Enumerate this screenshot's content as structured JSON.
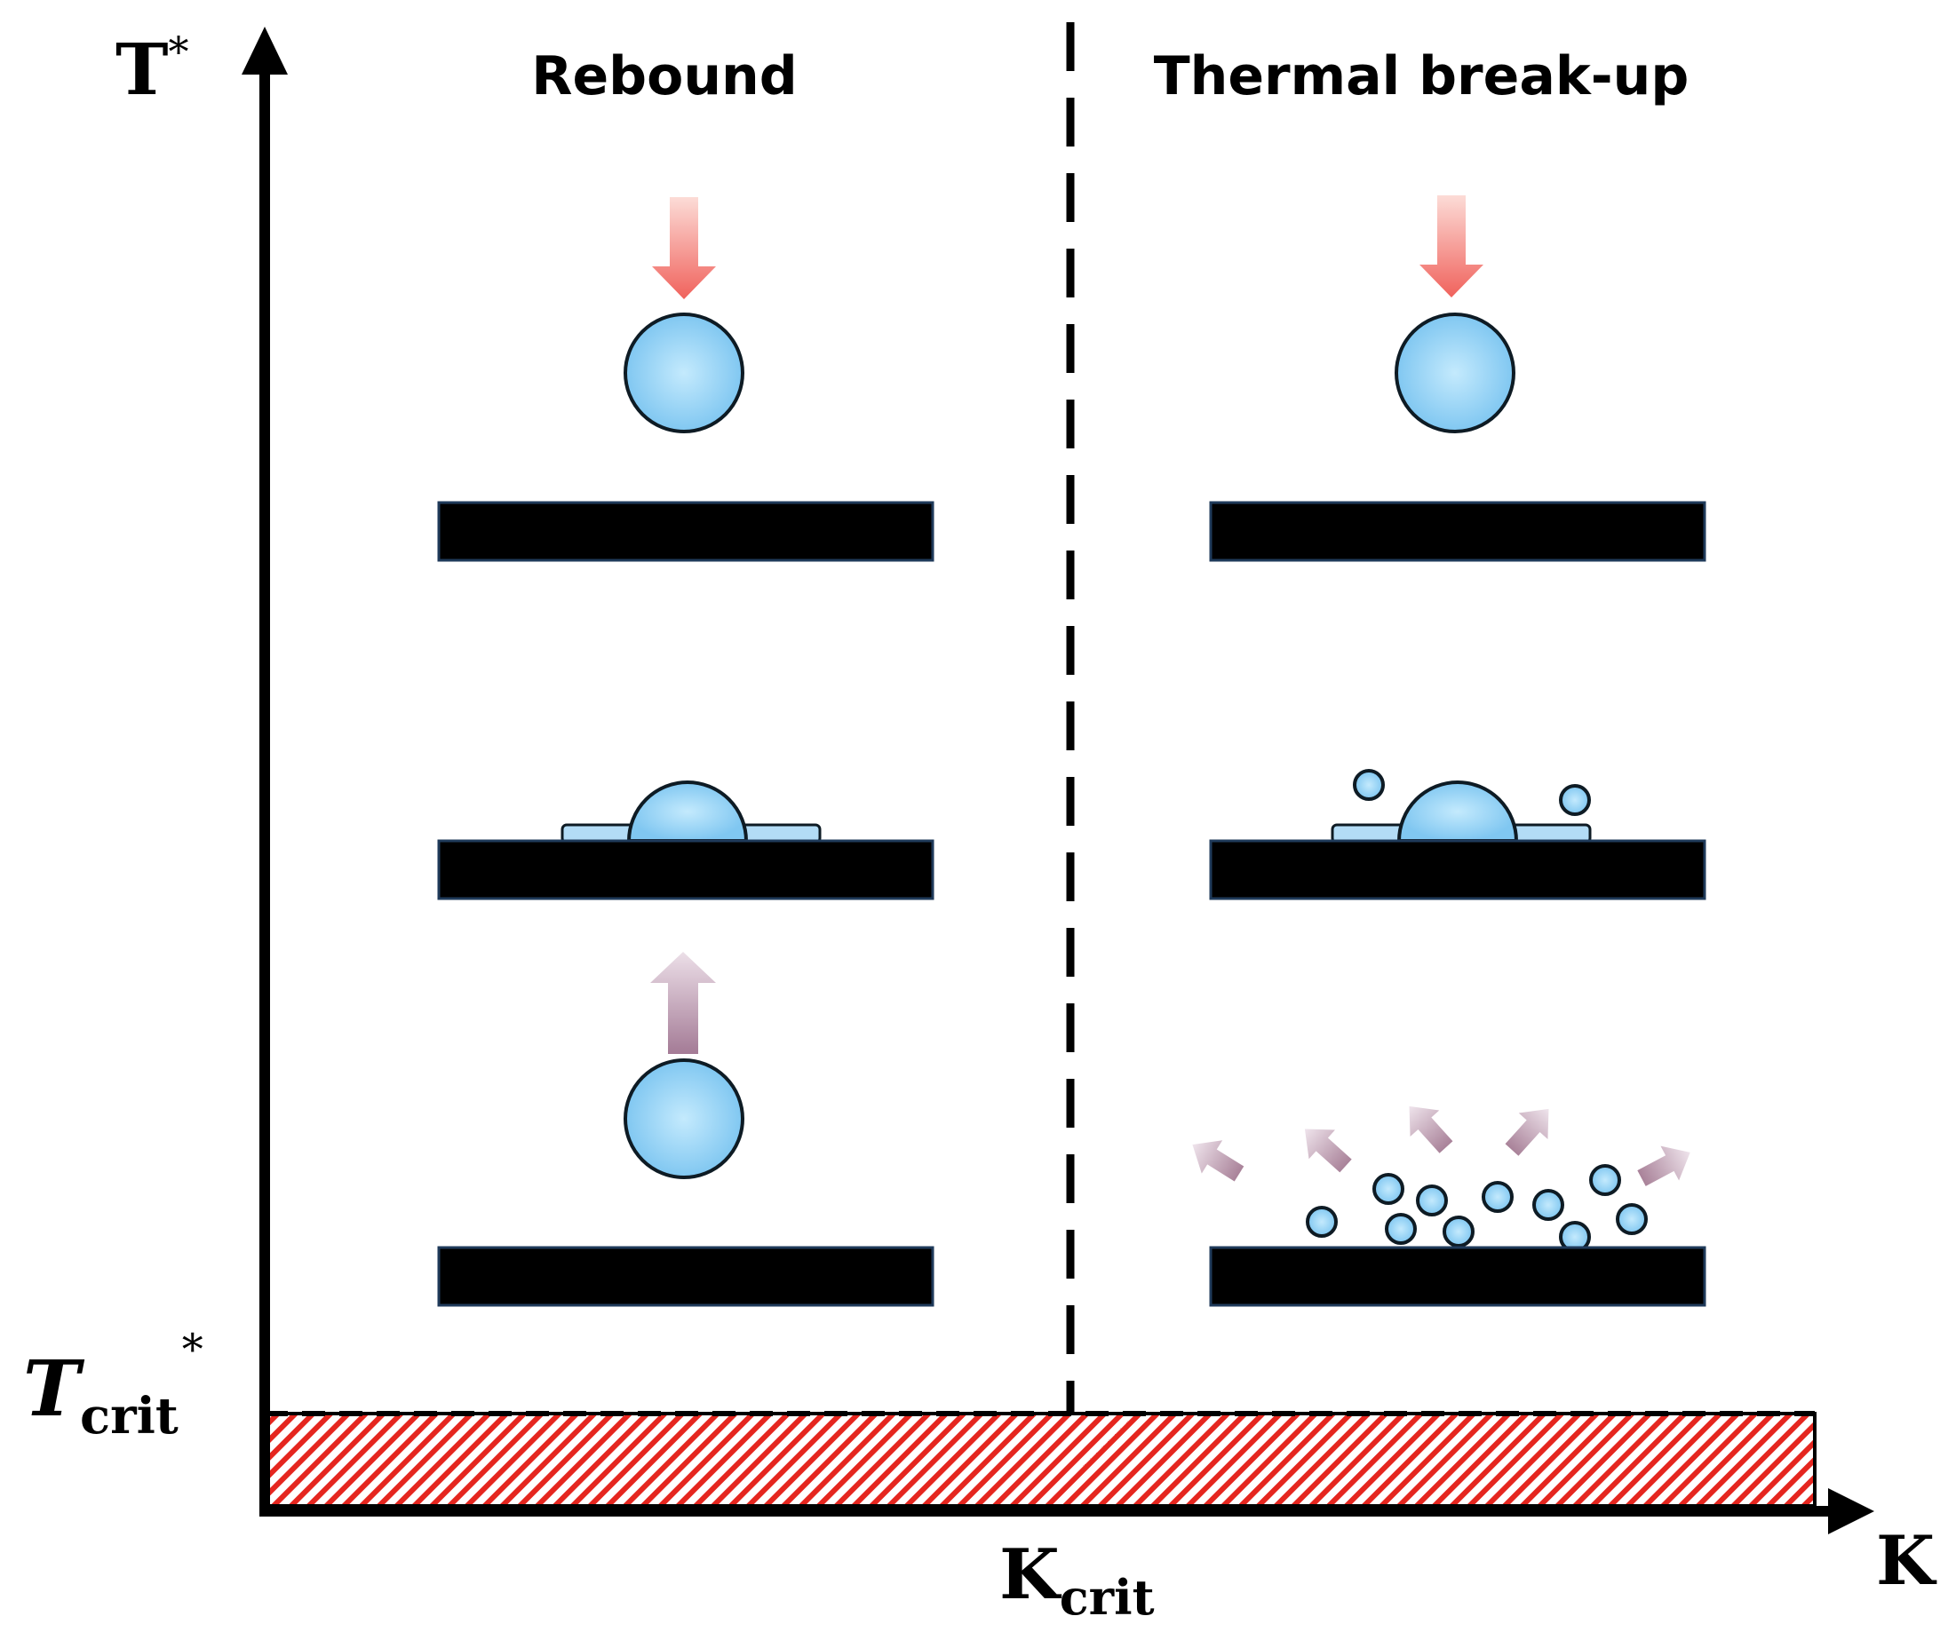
{
  "axes": {
    "y_label_main": "T",
    "y_label_sup": "*",
    "x_label": "K",
    "crit_temp_main": "T",
    "crit_temp_sub": "crit",
    "crit_temp_sup": "*",
    "crit_k_main": "K",
    "crit_k_sub": "crit"
  },
  "regions": {
    "left_title": "Rebound",
    "right_title": "Thermal break-up"
  },
  "colors": {
    "axis": "#000000",
    "droplet_fill_center": "#bfe6fb",
    "droplet_fill_edge": "#7fc8f2",
    "droplet_stroke": "#0e1b24",
    "arrow_in_top": "#fbd8d3",
    "arrow_in_bottom": "#f1665f",
    "arrow_out_top": "#e4d5df",
    "arrow_out_bottom": "#a8809a",
    "hatch_red": "#e5261f"
  }
}
